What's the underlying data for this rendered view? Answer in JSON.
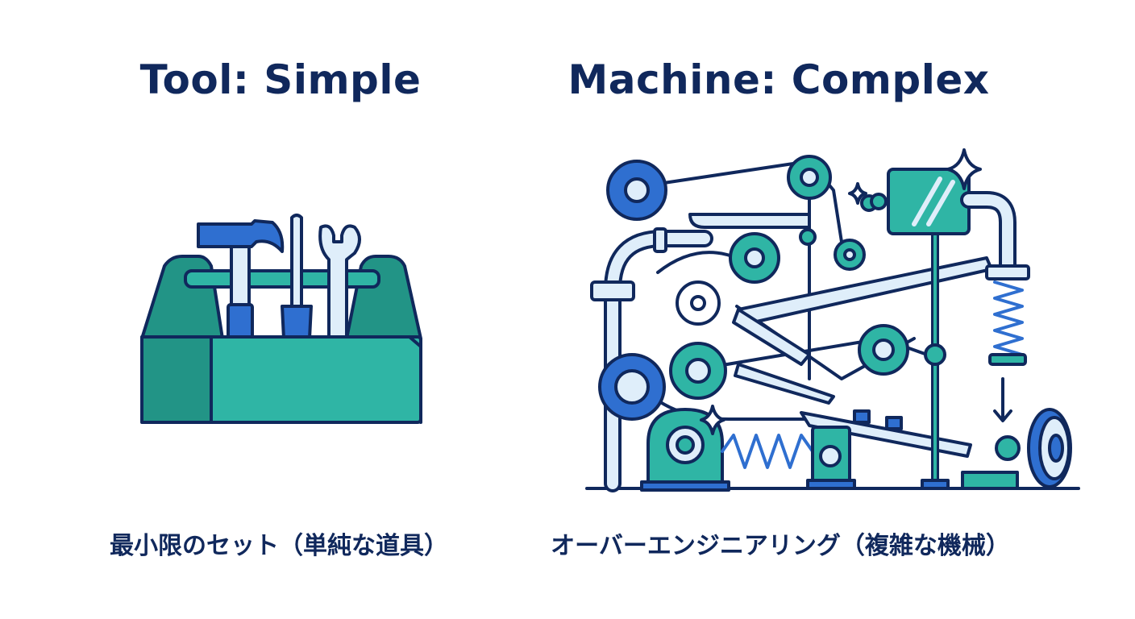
{
  "left": {
    "title": "Tool: Simple",
    "caption": "最小限のセット（単純な道具）"
  },
  "right": {
    "title": "Machine: Complex",
    "caption": "オーバーエンジニアリング（複雑な機械）"
  },
  "colors": {
    "navy": "#10285c",
    "teal": "#2fb5a5",
    "teal_dark": "#229486",
    "blue": "#2f6fd0",
    "light": "#dfeefa"
  }
}
